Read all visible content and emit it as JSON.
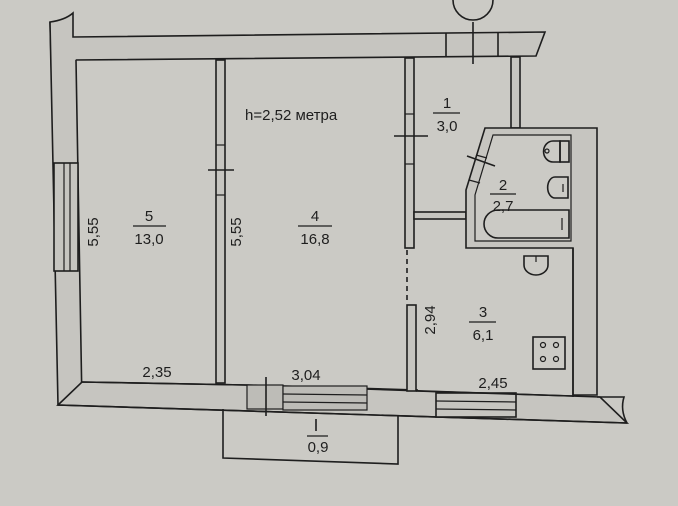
{
  "plan": {
    "ceiling_height": "h=2,52 метра",
    "rooms": [
      {
        "number": "1",
        "area": "3,0"
      },
      {
        "number": "2",
        "area": "2,7"
      },
      {
        "number": "3",
        "area": "6,1"
      },
      {
        "number": "4",
        "area": "16,8"
      },
      {
        "number": "5",
        "area": "13,0"
      },
      {
        "number": "I",
        "area": "0,9"
      }
    ],
    "dimensions": {
      "room5_height": "5,55",
      "room4_height": "5,55",
      "room3_height": "2,94",
      "room5_width": "2,35",
      "room4_width": "3,04",
      "room3_width": "2,45"
    }
  }
}
